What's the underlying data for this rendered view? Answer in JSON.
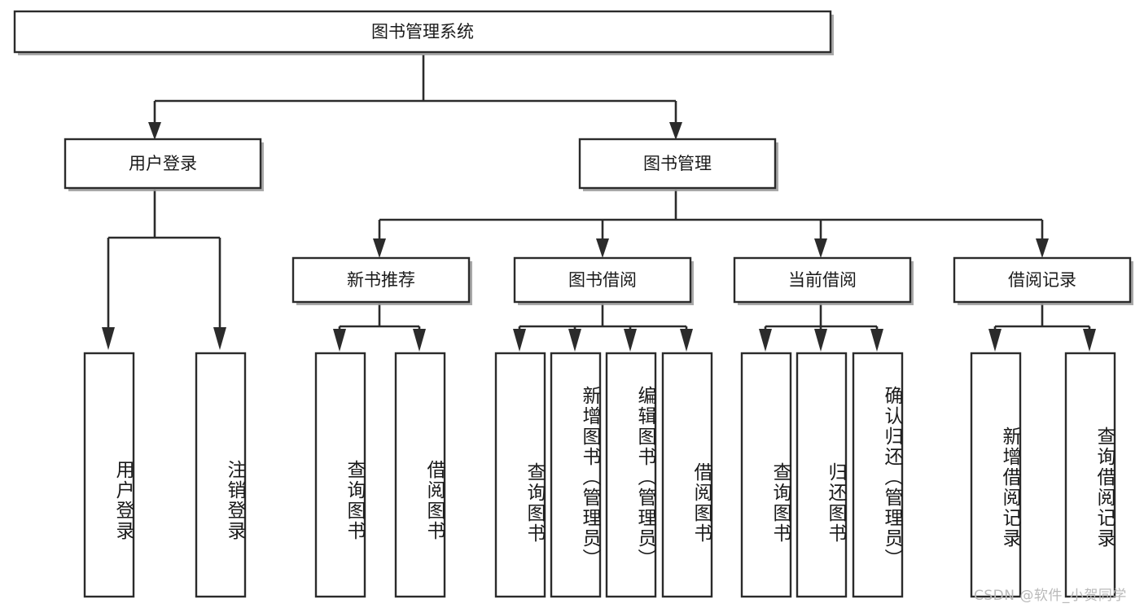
{
  "diagram": {
    "type": "hierarchy-tree",
    "title": "图书管理系统",
    "root": {
      "label": "图书管理系统",
      "orientation": "horizontal"
    },
    "level2": [
      {
        "label": "用户登录",
        "orientation": "horizontal"
      },
      {
        "label": "图书管理",
        "orientation": "horizontal"
      }
    ],
    "level3": [
      {
        "label": "新书推荐",
        "orientation": "horizontal"
      },
      {
        "label": "图书借阅",
        "orientation": "horizontal"
      },
      {
        "label": "当前借阅",
        "orientation": "horizontal"
      },
      {
        "label": "借阅记录",
        "orientation": "horizontal"
      }
    ],
    "leaves": {
      "user_login": [
        {
          "label": "用户登录",
          "orientation": "vertical"
        },
        {
          "label": "注销登录",
          "orientation": "vertical"
        }
      ],
      "new_book_recommend": [
        {
          "label": "查询图书",
          "orientation": "vertical"
        },
        {
          "label": "借阅图书",
          "orientation": "vertical"
        }
      ],
      "book_borrow": [
        {
          "label": "查询图书",
          "orientation": "vertical"
        },
        {
          "label": "新增图书（管理员）",
          "orientation": "vertical"
        },
        {
          "label": "编辑图书（管理员）",
          "orientation": "vertical"
        },
        {
          "label": "借阅图书",
          "orientation": "vertical"
        }
      ],
      "current_borrow": [
        {
          "label": "查询图书",
          "orientation": "vertical"
        },
        {
          "label": "归还图书",
          "orientation": "vertical"
        },
        {
          "label": "确认归还（管理员）",
          "orientation": "vertical"
        }
      ],
      "borrow_record": [
        {
          "label": "新增借阅记录",
          "orientation": "vertical"
        },
        {
          "label": "查询借阅记录",
          "orientation": "vertical"
        }
      ]
    }
  },
  "watermark": {
    "text": "CSDN @软件_小贺同学"
  },
  "colors": {
    "background": "#ffffff",
    "box_fill": "#ffffff",
    "box_stroke": "#2b2b2b",
    "connector": "#2b2b2b",
    "text": "#1a1a1a",
    "watermark": "#b9b9b9"
  }
}
